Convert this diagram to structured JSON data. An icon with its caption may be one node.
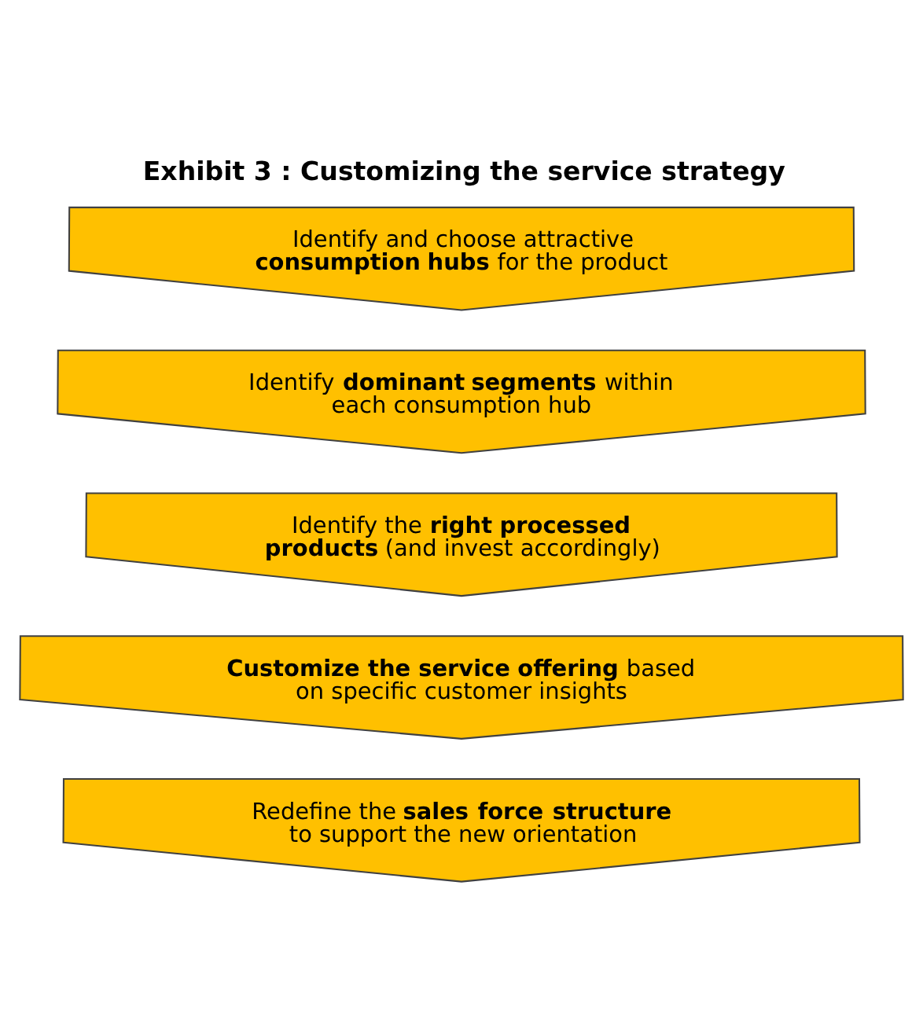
{
  "diagram": {
    "title": "Exhibit 3 : Customizing the service strategy",
    "nodes": [
      {
        "text": [
          "Identify and choose attractive **consumption hubs** for the product"
        ]
      },
      {
        "text": [
          "Identify **dominant segments** within each consumption hub"
        ]
      },
      {
        "text": [
          "Identify the **right processed products** (and invest accordingly)"
        ]
      },
      {
        "text": [
          "**Customize the service offering** based on specific customer insights"
        ]
      },
      {
        "text": [
          "Redefine the **sales force structure** to support the new orientation"
        ]
      }
    ],
    "edges": []
  }
}
